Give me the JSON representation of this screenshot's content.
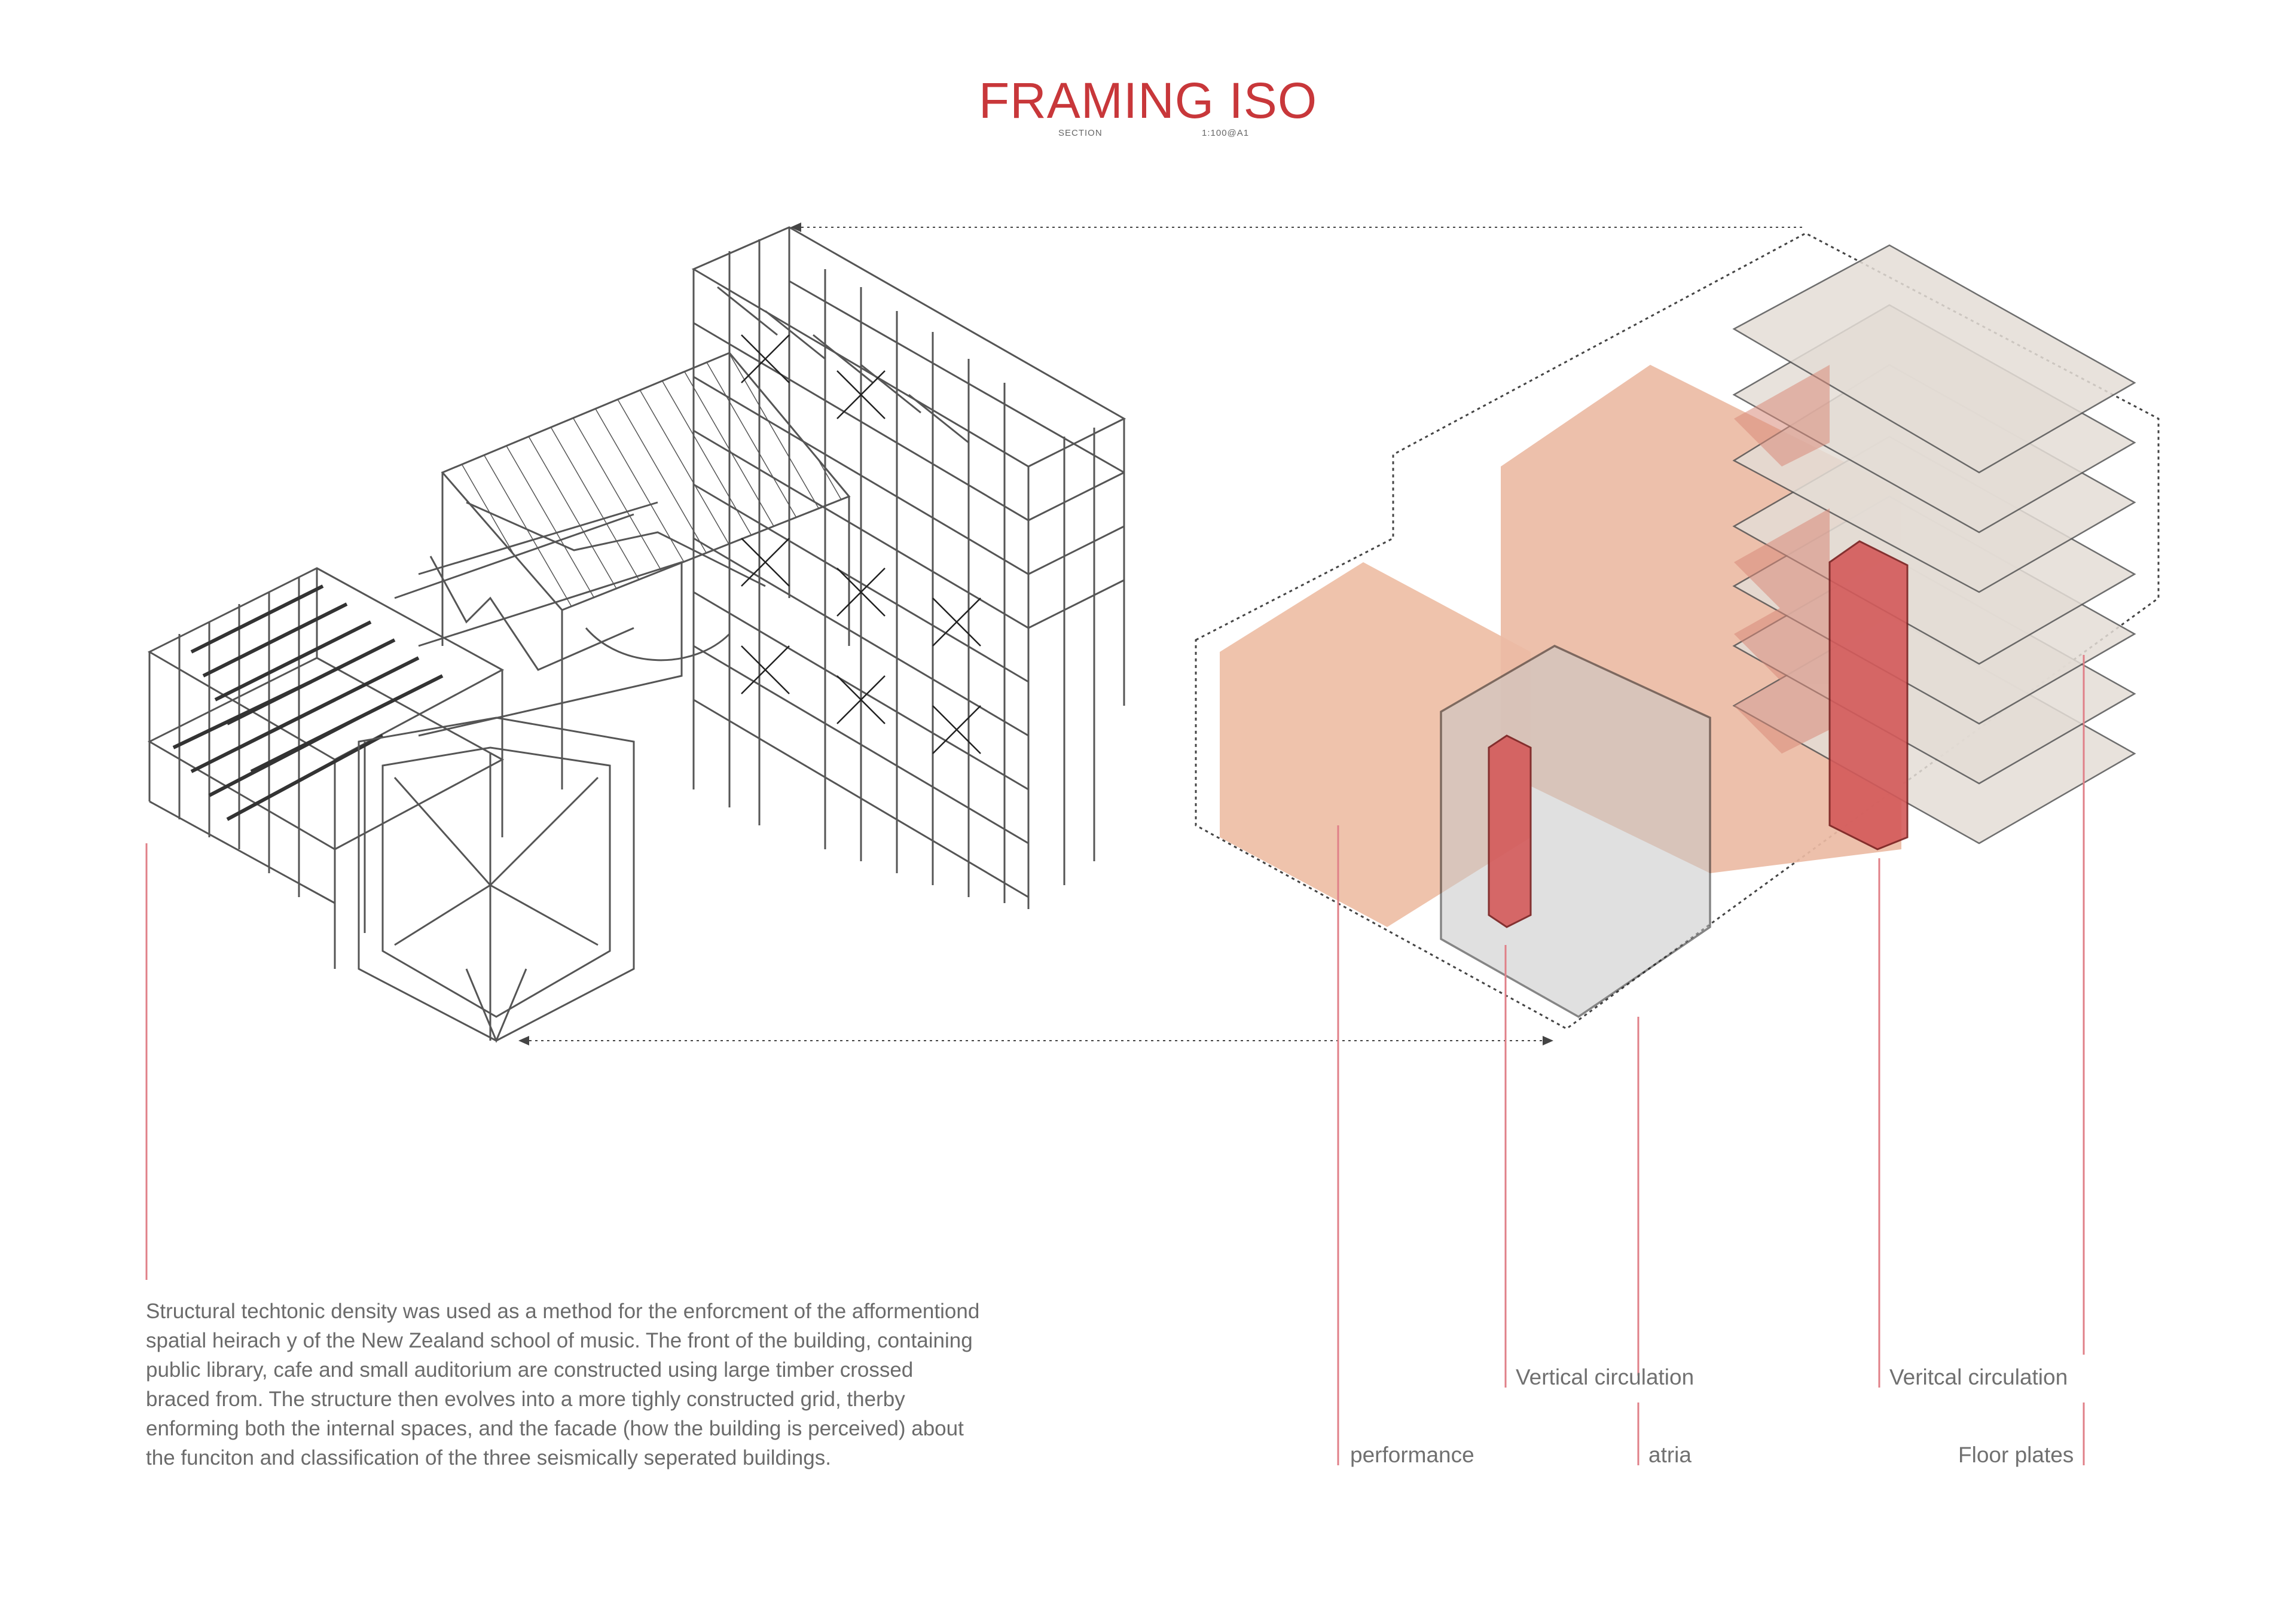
{
  "header": {
    "title": "FRAMING ISO",
    "section_label": "SECTION",
    "scale_label": "1:100@A1"
  },
  "description": "Structural techtonic density was used as a method for the enforcment of the afformentiond spatial heirach y of the New Zealand school of music. The front of the building, containing public library, cafe and small auditorium are constructed using large timber crossed braced from. The structure then evolves into a more tighly constructed grid, therby enforming both the internal spaces, and the facade (how the building is perceived)  about the funciton and classification of the three seismically seperated buildings.",
  "labels": {
    "vertical_circulation_1": "Vertical circulation",
    "vertical_circulation_2": "Veritcal circulation",
    "performance": "performance",
    "atria": "atria",
    "floor_plates": "Floor plates"
  },
  "colors": {
    "accent": "#c8373a",
    "leader_line": "#e08088",
    "performance_fill": "#eec0a8",
    "atria_fill": "#dcdcdc",
    "core_fill": "#d45a5a",
    "floor_plate_fill": "#e4ddd6"
  }
}
